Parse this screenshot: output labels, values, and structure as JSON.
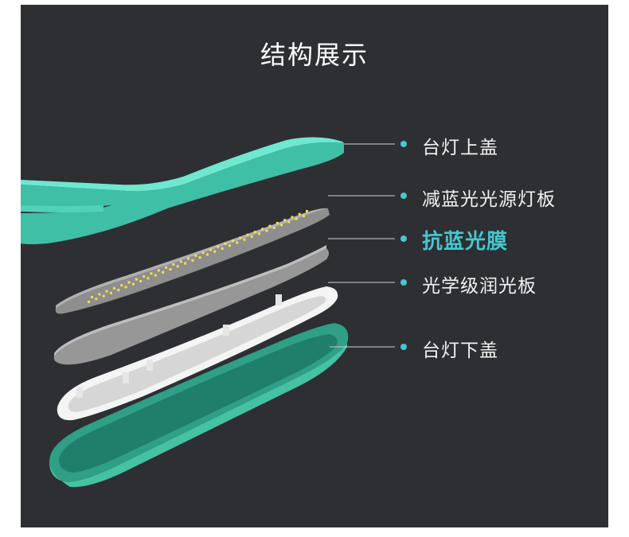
{
  "title": "结构展示",
  "colors": {
    "background": "#2e2f33",
    "accent": "#45c7cf",
    "teal_part": "#5fe0c4",
    "bottom_cover": "#3fbfa0",
    "plate": "#9a9a9a",
    "light_guide": "#ffffff"
  },
  "components": [
    {
      "id": "top-cover",
      "label": "台灯上盖",
      "highlight": false
    },
    {
      "id": "led-board",
      "label": "减蓝光光源灯板",
      "highlight": false
    },
    {
      "id": "anti-blue-film",
      "label": "抗蓝光膜",
      "highlight": true
    },
    {
      "id": "light-guide",
      "label": "光学级润光板",
      "highlight": false
    },
    {
      "id": "bottom-cover",
      "label": "台灯下盖",
      "highlight": false
    }
  ]
}
